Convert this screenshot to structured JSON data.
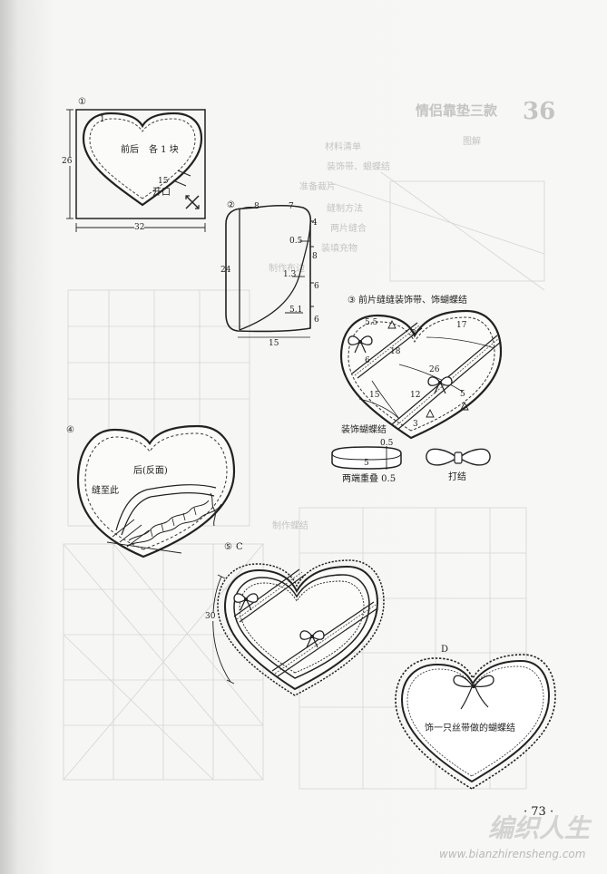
{
  "show_through": {
    "number": "36",
    "title": "情侣靠垫三款",
    "lines": [
      "图解",
      "材料清单",
      "装饰带、蛝蝶结",
      "准备裁片",
      "缝制方法",
      "两片缝合",
      "装填充物",
      "制作布边",
      "制作蝶结"
    ]
  },
  "fig1": {
    "number": "①",
    "label_front_back": "前后",
    "label_count": "各 1 块",
    "label_opening_len": "15",
    "label_opening": "开口",
    "dim_height": "26",
    "dim_width": "32",
    "corner_mark": "1"
  },
  "fig2": {
    "number": "②",
    "dims": [
      "8",
      "7",
      "4",
      "0.5",
      "8",
      "1.3",
      "6",
      "5.1",
      "6",
      "24",
      "15"
    ]
  },
  "fig3": {
    "number": "③",
    "caption": "前片缝缝装饰带、饰蝴蝶结",
    "dims": [
      "5.5",
      "3",
      "17",
      "18",
      "6",
      "26",
      "5",
      "15",
      "12",
      "3"
    ],
    "label_bow": "装饰蝴蝶结",
    "label_overlap": "两端重叠 0.5",
    "label_tie": "打结",
    "strip_dims": [
      "0.5",
      "5"
    ]
  },
  "fig4": {
    "number": "④",
    "label_back": "后(反面)",
    "label_sew_to": "缝至此"
  },
  "fig5": {
    "number": "⑤",
    "label_c": "C",
    "dim": "30"
  },
  "figD": {
    "label": "D",
    "caption": "饰一只丝带做的蝴蝶结"
  },
  "page_number": "· 73 ·",
  "watermark": {
    "brand": "编织人生",
    "url": "www.bianzhirensheng.com"
  }
}
